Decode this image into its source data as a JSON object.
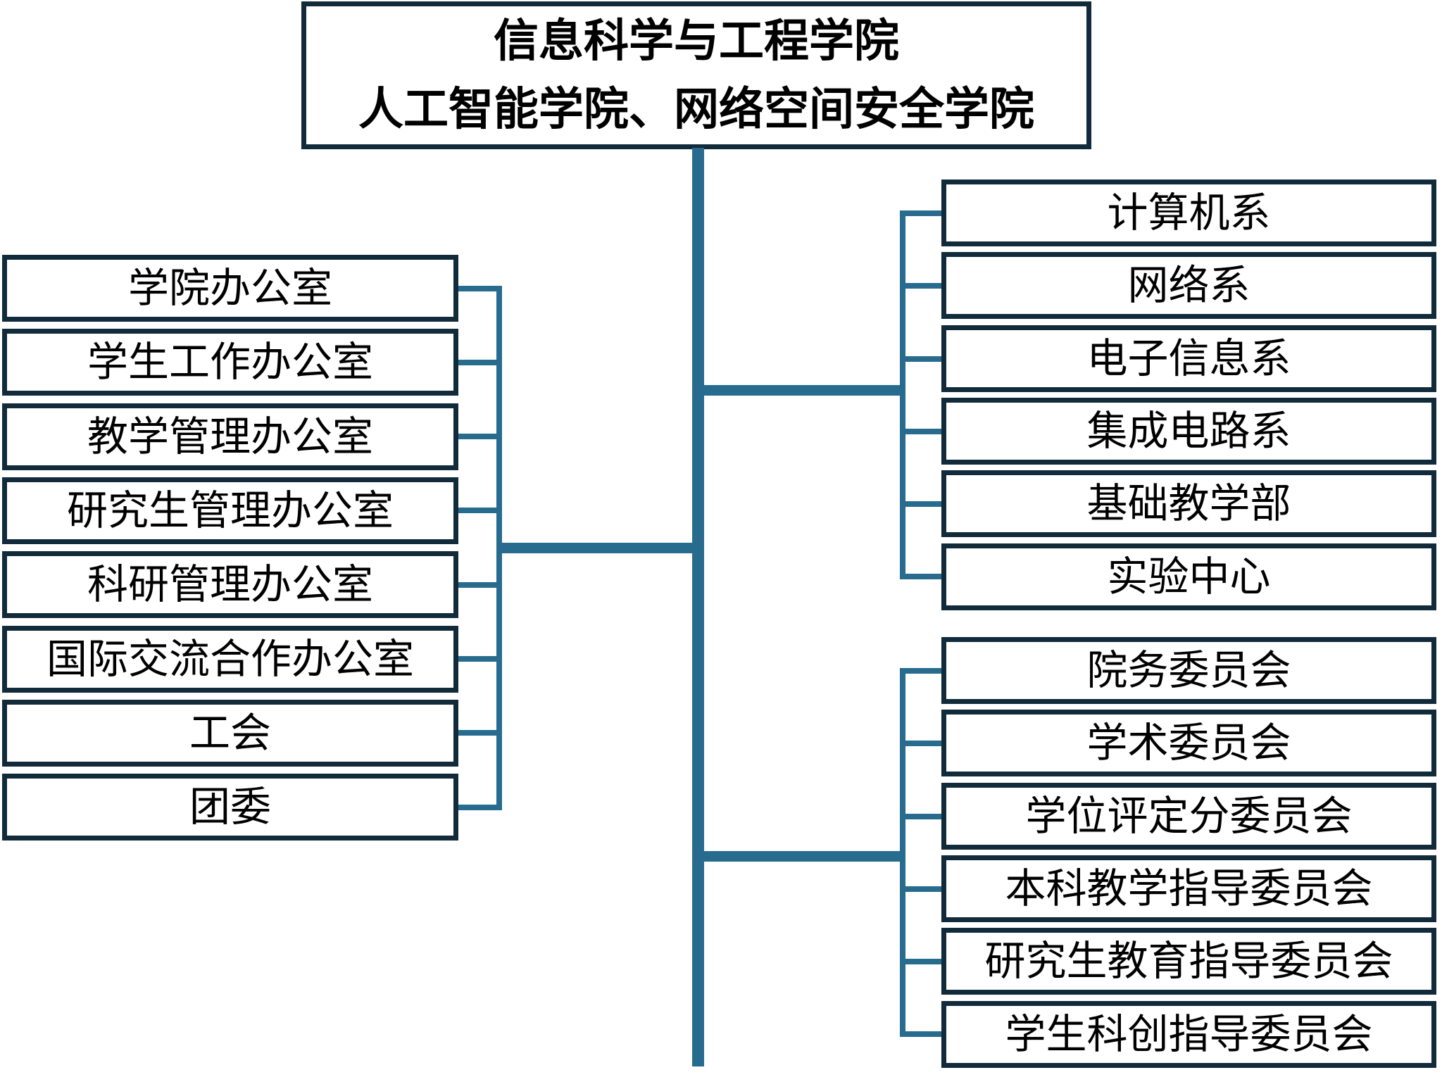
{
  "title": {
    "line1": "信息科学与工程学院",
    "line2": "人工智能学院、网络空间安全学院"
  },
  "left_offices": {
    "items": [
      {
        "label": "学院办公室"
      },
      {
        "label": "学生工作办公室"
      },
      {
        "label": "教学管理办公室"
      },
      {
        "label": "研究生管理办公室"
      },
      {
        "label": "科研管理办公室"
      },
      {
        "label": "国际交流合作办公室"
      },
      {
        "label": "工会"
      },
      {
        "label": "团委"
      }
    ]
  },
  "departments": {
    "items": [
      {
        "label": "计算机系"
      },
      {
        "label": "网络系"
      },
      {
        "label": "电子信息系"
      },
      {
        "label": "集成电路系"
      },
      {
        "label": "基础教学部"
      },
      {
        "label": "实验中心"
      }
    ]
  },
  "committees": {
    "items": [
      {
        "label": "院务委员会"
      },
      {
        "label": "学术委员会"
      },
      {
        "label": "学位评定分委员会"
      },
      {
        "label": "本科教学指导委员会"
      },
      {
        "label": "研究生教育指导委员会"
      },
      {
        "label": "学生科创指导委员会"
      }
    ]
  },
  "colors": {
    "box-border": "#112B3B",
    "connector": "#276C8E",
    "text": "#000000",
    "background": "#FFFFFF"
  }
}
